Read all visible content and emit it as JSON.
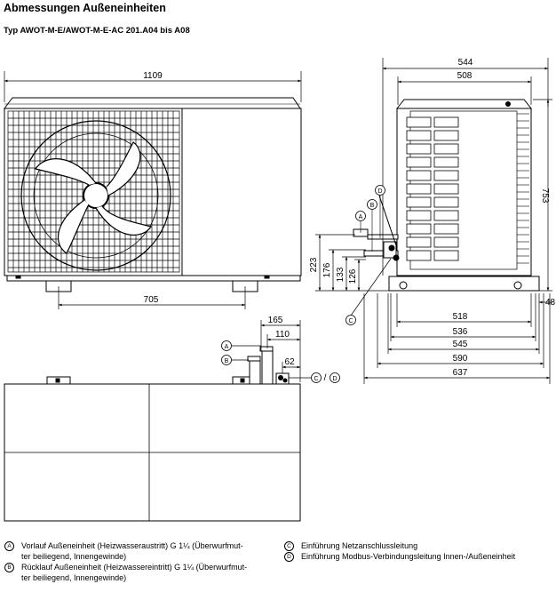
{
  "header": {
    "title": "Abmessungen Außeneinheiten",
    "subtitle": "Typ AWOT-M-E/AWOT-M-E-AC 201.A04 bis A08"
  },
  "dimensions": {
    "front": {
      "width": "1109",
      "feet": "705"
    },
    "side": {
      "top_outer": "544",
      "top_inner": "508",
      "height": "753",
      "h223": "223",
      "h176": "176",
      "h133": "133",
      "h126": "126",
      "foot_right": "48",
      "b518": "518",
      "b536": "536",
      "b545": "545",
      "b590": "590",
      "b637": "637"
    },
    "top_view": {
      "d165": "165",
      "d110": "110",
      "d62": "62"
    }
  },
  "markers": {
    "a": "A",
    "b": "B",
    "c": "C",
    "d": "D",
    "separator": "/"
  },
  "legend": {
    "a": "Vorlauf Außeneinheit (Heizwasseraustritt) G 1¼ (Überwurfmut-ter beiliegend, Innengewinde)",
    "a_line1": "Vorlauf Außeneinheit (Heizwasseraustritt) G 1¼ (Überwurfmut-",
    "a_line2": "ter beiliegend, Innengewinde)",
    "b_line1": "Rücklauf Außeneinheit (Heizwassereintritt) G 1¼ (Überwurfmut-",
    "b_line2": "ter beiliegend, Innengewinde)",
    "c": "Einführung Netzanschlussleitung",
    "d": "Einführung Modbus-Verbindungsleitung Innen-/Außeneinheit"
  }
}
